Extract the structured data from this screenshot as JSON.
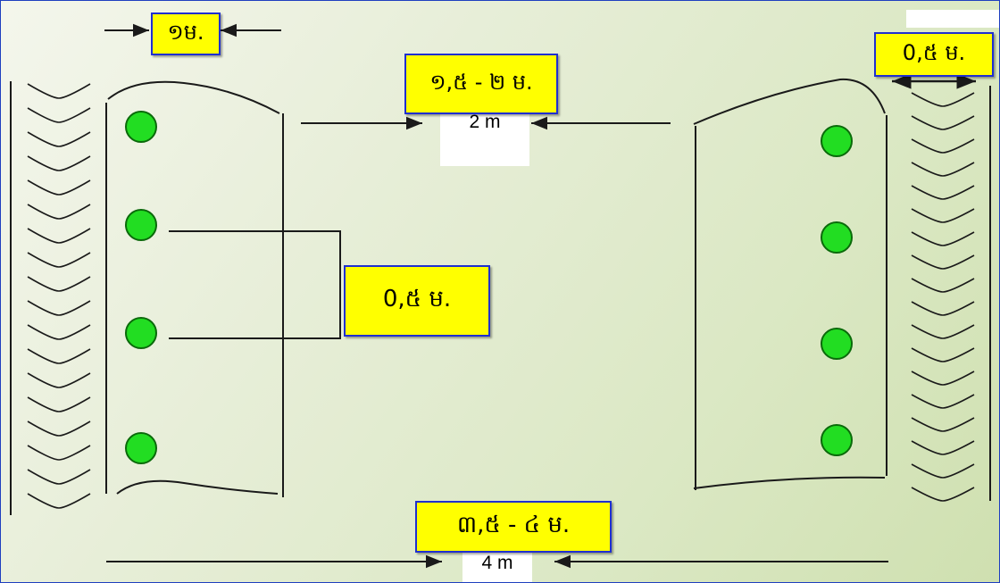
{
  "labels": {
    "bed_width": "១ម.",
    "path_width_km": "១,៥ - ២ ម.",
    "path_width_en": "2 m",
    "border_width": "0,៥ ម.",
    "plant_spacing": "0,៥ ម.",
    "total_width_km": "៣,៥  - ៤ ម.",
    "total_width_en": "4 m"
  },
  "colors": {
    "label_fill": "#ffff00",
    "label_border": "#1f2fd0",
    "plant_fill": "#22dd22",
    "plant_stroke": "#0a6a0a",
    "line": "#1a1a1a"
  },
  "icons": {
    "plant": "green-circle",
    "crop_row": "chevron-stack"
  },
  "plants": {
    "left_bed_count": 4,
    "right_bed_count": 4
  }
}
